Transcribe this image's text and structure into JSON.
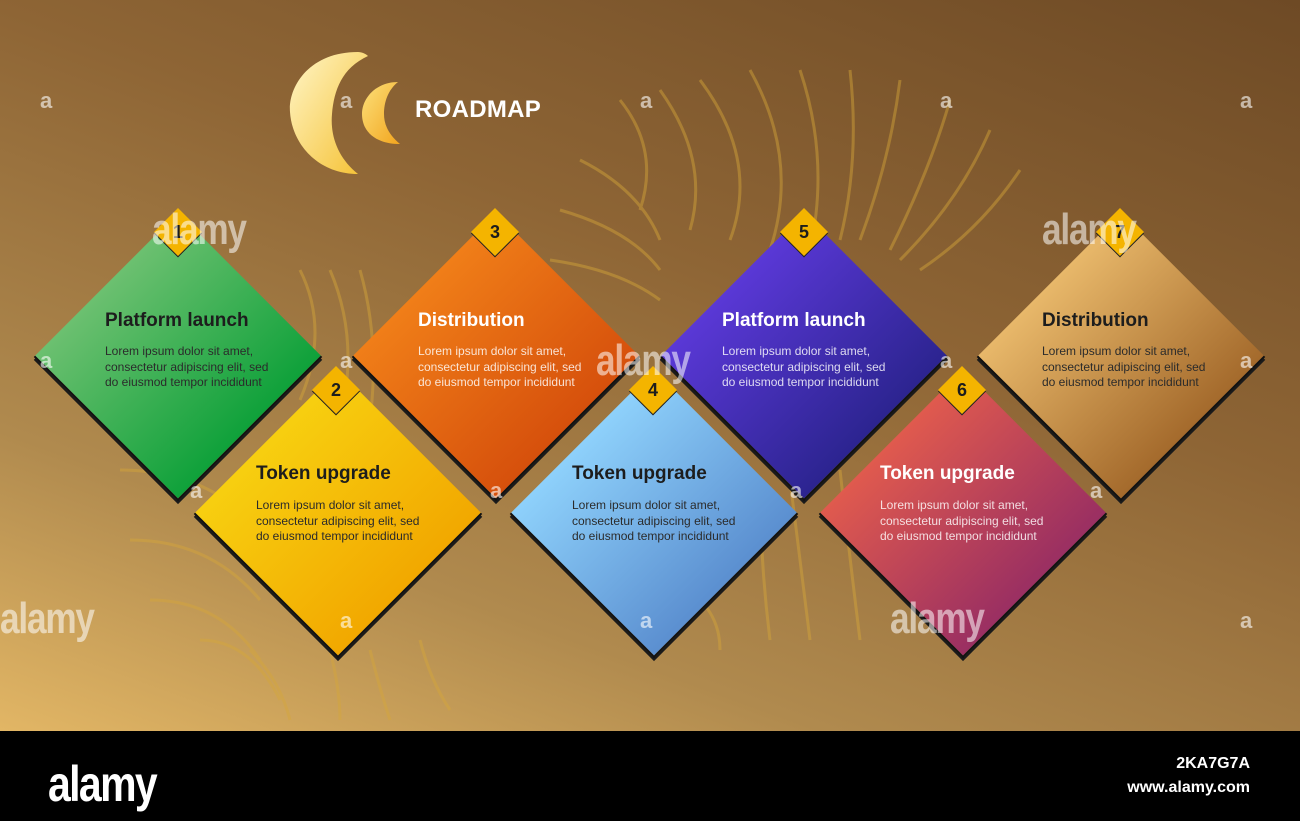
{
  "header": {
    "title": "ROADMAP"
  },
  "steps": [
    {
      "number": "1",
      "title": "Platform launch",
      "body": "Lorem ipsum dolor sit amet, consectetur adipiscing elit, sed do eiusmod tempor incididunt"
    },
    {
      "number": "2",
      "title": "Token upgrade",
      "body": "Lorem ipsum dolor sit amet, consectetur adipiscing elit, sed do eiusmod tempor incididunt"
    },
    {
      "number": "3",
      "title": "Distribution",
      "body": "Lorem ipsum dolor sit amet, consectetur adipiscing elit, sed do eiusmod tempor incididunt"
    },
    {
      "number": "4",
      "title": "Token upgrade",
      "body": "Lorem ipsum dolor sit amet, consectetur adipiscing elit, sed do eiusmod tempor incididunt"
    },
    {
      "number": "5",
      "title": "Platform launch",
      "body": "Lorem ipsum dolor sit amet, consectetur adipiscing elit, sed do eiusmod tempor incididunt"
    },
    {
      "number": "6",
      "title": "Token upgrade",
      "body": "Lorem ipsum dolor sit amet, consectetur adipiscing elit, sed do eiusmod tempor incididunt"
    },
    {
      "number": "7",
      "title": "Distribution",
      "body": "Lorem ipsum dolor sit amet, consectetur adipiscing elit, sed do eiusmod tempor incididunt"
    }
  ],
  "colors": {
    "step1": [
      "#6cc070",
      "#0fa13a"
    ],
    "step2": [
      "#f7cf10",
      "#f2a800"
    ],
    "step3": [
      "#f07e18",
      "#d6500c"
    ],
    "step4": [
      "#8ed1fb",
      "#5b8fd0"
    ],
    "step5": [
      "#5a38d6",
      "#2c2490"
    ],
    "step6": [
      "#e05a4e",
      "#9a2f62"
    ],
    "step7": [
      "#e8b86a",
      "#a46a2c"
    ],
    "badge": "#f4b400"
  },
  "watermark": {
    "text": "alamy",
    "letter": "a"
  },
  "footer": {
    "logo": "alamy",
    "image_id": "2KA7G7A",
    "url": "www.alamy.com"
  }
}
